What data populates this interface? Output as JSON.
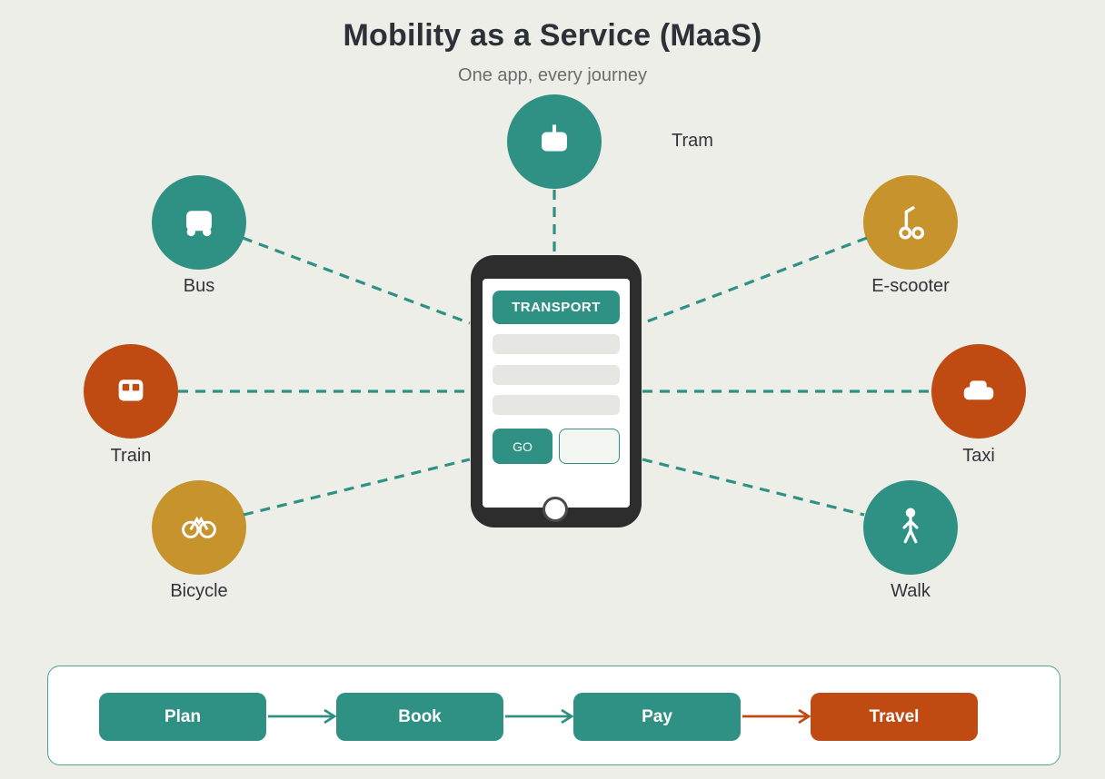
{
  "title": "Mobility as a Service (MaaS)",
  "subtitle": "One app, every journey",
  "modes": [
    {
      "id": "tram",
      "label": "Tram",
      "color": "#2F9184"
    },
    {
      "id": "bus",
      "label": "Bus",
      "color": "#2F9184"
    },
    {
      "id": "escooter",
      "label": "E-scooter",
      "color": "#C6932D"
    },
    {
      "id": "train",
      "label": "Train",
      "color": "#BF4B13"
    },
    {
      "id": "taxi",
      "label": "Taxi",
      "color": "#BF4B13"
    },
    {
      "id": "bicycle",
      "label": "Bicycle",
      "color": "#C6932D"
    },
    {
      "id": "walk",
      "label": "Walk",
      "color": "#2F9184"
    }
  ],
  "phone": {
    "app_header": "TRANSPORT",
    "go_button": "GO"
  },
  "flow": {
    "steps": [
      {
        "label": "Plan",
        "color": "#2F9184"
      },
      {
        "label": "Book",
        "color": "#2F9184"
      },
      {
        "label": "Pay",
        "color": "#2F9184"
      },
      {
        "label": "Travel",
        "color": "#BF4B13"
      }
    ],
    "arrow_colors": [
      "#2F9184",
      "#2F9184",
      "#BF4B13"
    ]
  },
  "colors": {
    "teal": "#2F9184",
    "gold": "#C6932D",
    "orange": "#BF4B13",
    "background": "#EDEEE7",
    "connector": "#2F9184",
    "phone_body": "#2D2D2D"
  }
}
